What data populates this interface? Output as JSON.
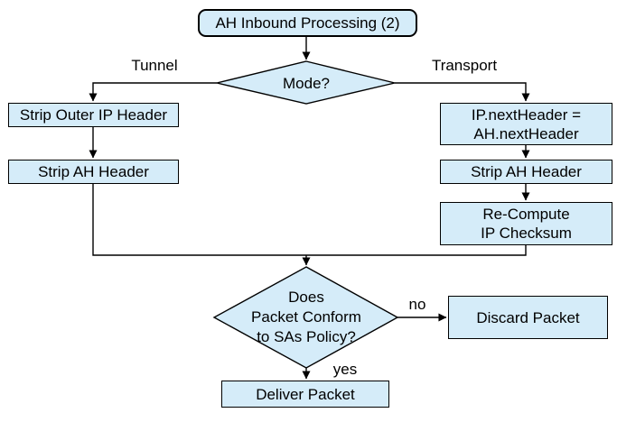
{
  "nodes": {
    "start": {
      "label": "AH Inbound Processing (2)"
    },
    "mode": {
      "label": "Mode?"
    },
    "strip_outer_ip": {
      "label": "Strip Outer IP Header"
    },
    "strip_ah_left": {
      "label": "Strip AH Header"
    },
    "ip_next_header": {
      "line1": "IP.nextHeader =",
      "line2": "AH.nextHeader"
    },
    "strip_ah_right": {
      "label": "Strip AH Header"
    },
    "recompute": {
      "line1": "Re-Compute",
      "line2": "IP Checksum"
    },
    "policy": {
      "line1": "Does",
      "line2": "Packet Conform",
      "line3": "to SAs Policy?"
    },
    "discard": {
      "label": "Discard Packet"
    },
    "deliver": {
      "label": "Deliver Packet"
    }
  },
  "edge_labels": {
    "tunnel": "Tunnel",
    "transport": "Transport",
    "no": "no",
    "yes": "yes"
  },
  "colors": {
    "node_fill": "#d5ecf9",
    "stroke": "#000000",
    "background": "#ffffff"
  }
}
